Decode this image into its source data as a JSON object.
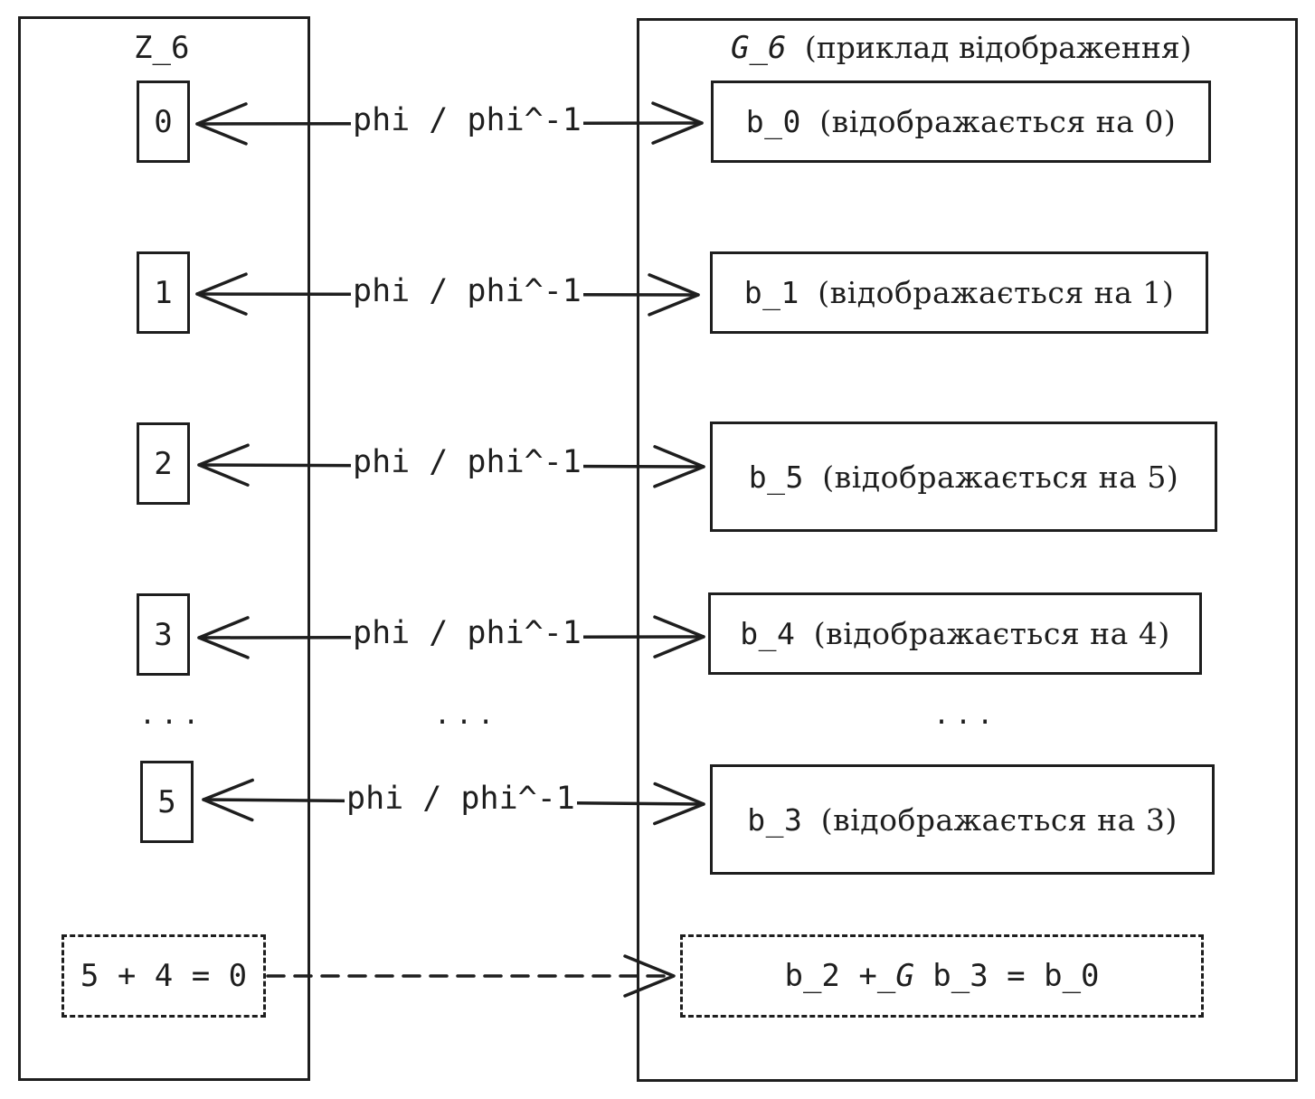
{
  "left_panel": {
    "title": "Z_6",
    "items": [
      "0",
      "1",
      "2",
      "3",
      "5"
    ],
    "ellipsis": "...",
    "equation": "5 + 4 = 0"
  },
  "right_panel": {
    "title_symbol": "G_6",
    "title_note": "(приклад відображення)",
    "items": [
      {
        "symbol": "b_0",
        "note": "(відображається на 0)"
      },
      {
        "symbol": "b_1",
        "note": "(відображається на 1)"
      },
      {
        "symbol": "b_5",
        "note": "(відображається на 5)"
      },
      {
        "symbol": "b_4",
        "note": "(відображається на 4)"
      },
      {
        "symbol": "b_3",
        "note": "(відображається на 3)"
      }
    ],
    "ellipsis": "...",
    "equation_lhs": "b_2 +",
    "equation_op_sub": "_G",
    "equation_rhs": "b_3 = b_0"
  },
  "mapping": {
    "labels": [
      "phi / phi^-1",
      "phi / phi^-1",
      "phi / phi^-1",
      "phi / phi^-1",
      "phi / phi^-1"
    ],
    "ellipsis": "..."
  }
}
